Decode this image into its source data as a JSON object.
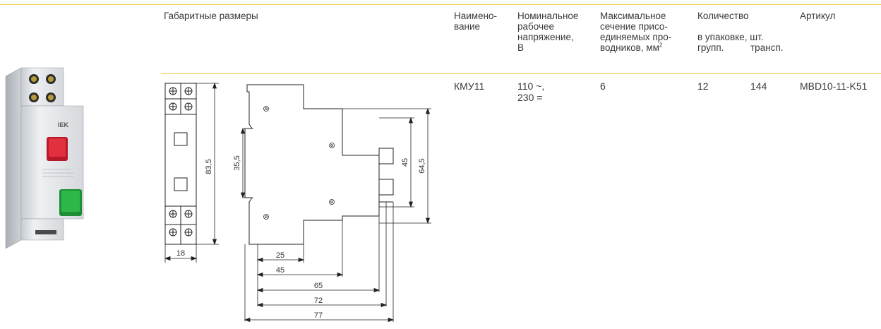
{
  "headers": {
    "dimensions": "Габаритные размеры",
    "name": [
      "Наимено-",
      "вание"
    ],
    "voltage": [
      "Номинальное",
      "рабочее",
      "напряжение,",
      "В"
    ],
    "cross_section": [
      "Максимальное",
      "сечение присо-",
      "единяемых про-",
      "водников, мм"
    ],
    "cross_section_sup": "2",
    "quantity": "Количество",
    "quantity_sub": "в упаковке, шт.",
    "qty_group": "групп.",
    "qty_transport": "трансп.",
    "article": "Артикул"
  },
  "row": {
    "name": "КМУ11",
    "voltage": [
      "110 ~,",
      "230 ="
    ],
    "cross_section": "6",
    "qty_group": "12",
    "qty_transport": "144",
    "article": "MBD10-11-K51"
  },
  "photo": {
    "brand": "IEK"
  },
  "drawing": {
    "front_width": "18",
    "front_height": "83,5",
    "inner_height": "35,5",
    "height_45": "45",
    "height_64_5": "64,5",
    "widths": [
      "25",
      "45",
      "65",
      "72",
      "77"
    ]
  },
  "colors": {
    "rule": "#f0c94a",
    "red_button": "#e2303f",
    "green_button": "#2fb84a"
  }
}
